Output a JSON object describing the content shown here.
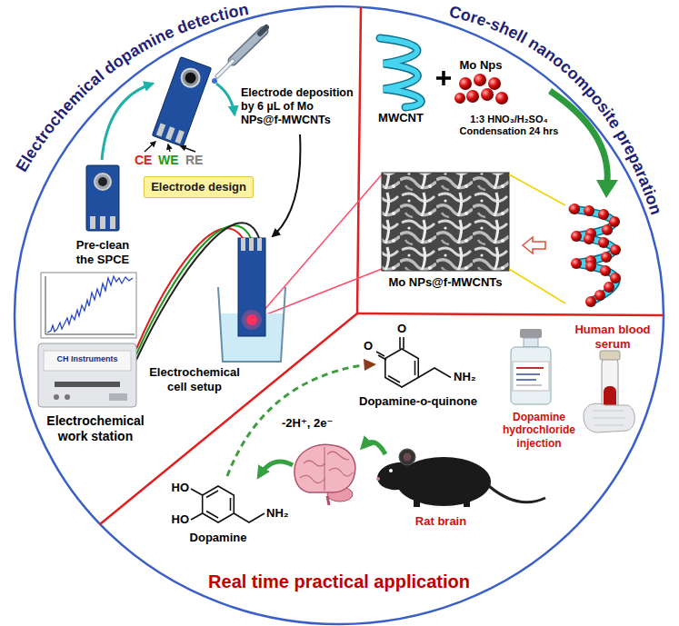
{
  "diagram": {
    "nodes": [
      {
        "text": [
          "Electrode design"
        ]
      }
    ],
    "labels": [
      "Electrochemical dopamine detection",
      "Core-shell nanocomposite preparation",
      "Pre-clean the SPCE",
      "CE",
      "WE",
      "RE",
      "Electrode deposition by 6 µL of Mo NPs@f-MWCNTs",
      "Electrochemical cell setup",
      "Electrochemical work station",
      "CH Instruments",
      "MWCNT",
      "Mo Nps",
      "1:3 HNO₃/H₂SO₄ Condensation 24 hrs",
      "Mo NPs@f-MWCNTs",
      "-2H⁺, 2e⁻",
      "O",
      "O",
      "NH₂",
      "Dopamine-o-quinone",
      "HO",
      "HO",
      "NH₂",
      "Dopamine",
      "Human blood serum",
      "Dopamine hydrochloride injection",
      "Rat brain",
      "Real time practical application"
    ]
  }
}
